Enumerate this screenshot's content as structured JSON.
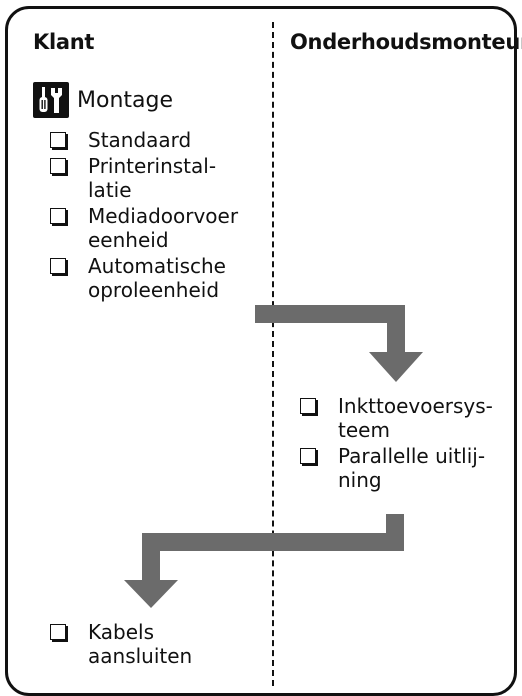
{
  "columns": {
    "left_title": "Klant",
    "right_title": "Onderhoudsmonteur"
  },
  "assembly": {
    "title": "Montage",
    "icon": "tools-icon (wrench and screwdriver)"
  },
  "client_checklist": [
    "Standaard",
    "Printerinstal-\nlatie",
    "Mediadoorvoer\neenheid",
    "Automatische\noproleenheid"
  ],
  "technician_checklist": [
    "Inkttoevoersys-\nteem",
    "Parallelle uitlij-\nning"
  ],
  "final_checklist": [
    "Kabels\naansluiten"
  ],
  "colors": {
    "arrow": "#6b6b6b",
    "ink": "#111111"
  }
}
